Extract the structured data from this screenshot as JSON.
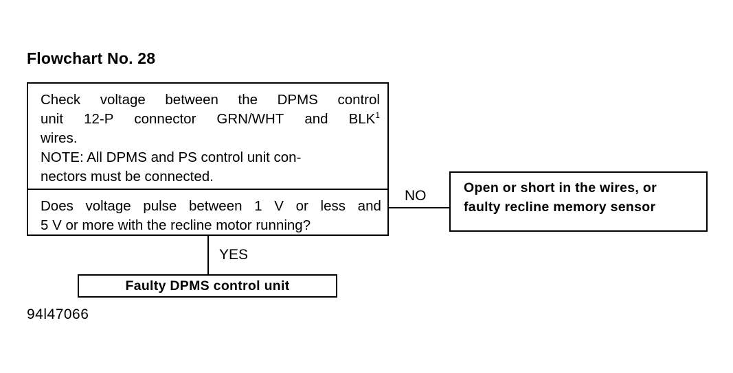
{
  "title": "Flowchart No. 28",
  "step_box": {
    "instruction_lines": [
      "Check voltage between the DPMS control",
      "unit 12-P connector GRN/WHT and BLK",
      "wires.",
      "NOTE: All DPMS and PS control unit con-",
      "nectors must be connected."
    ],
    "instruction_line1_words": [
      "Check",
      "voltage",
      "between",
      "the",
      "DPMS",
      "control"
    ],
    "instruction_line2_words": [
      "unit",
      "12-P",
      "connector",
      "GRN/WHT",
      "and",
      "BLK"
    ],
    "instruction_line2_superscript": "1",
    "instruction_line3": "wires.",
    "instruction_line4": "NOTE: All DPMS and PS control unit con-",
    "instruction_line5": "nectors must be connected.",
    "question_line1_words": [
      "Does",
      "voltage",
      "pulse",
      "between",
      "1",
      "V",
      "or",
      "less",
      "and"
    ],
    "question_line2": "5 V or more with the recline motor running?"
  },
  "branches": {
    "no_label": "NO",
    "yes_label": "YES"
  },
  "no_result": {
    "line1": "Open or short in the wires, or",
    "line2": "faulty recline memory sensor"
  },
  "yes_result": {
    "text": "Faulty DPMS control unit"
  },
  "figure_number": "94l47066",
  "colors": {
    "ink": "#000000",
    "background": "#ffffff"
  }
}
